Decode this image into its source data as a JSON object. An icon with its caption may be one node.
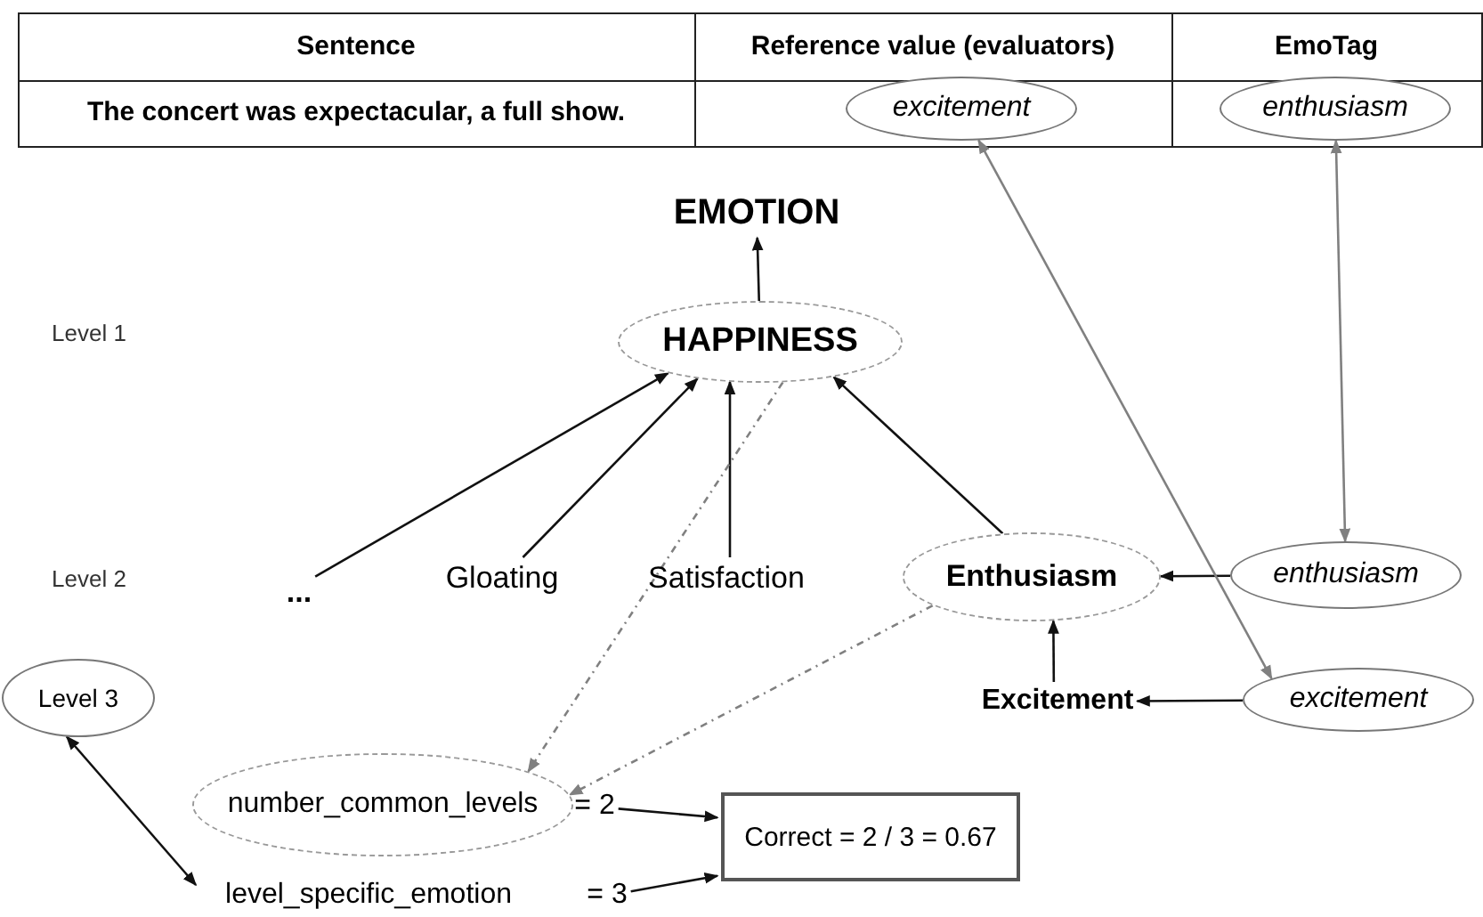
{
  "diagram": {
    "nodes": [
      {
        "text": [
          "excitement"
        ]
      },
      {
        "text": [
          "enthusiasm"
        ]
      },
      {
        "text": [
          "EMOTION"
        ]
      },
      {
        "text": [
          "HAPPINESS"
        ]
      },
      {
        "text": [
          "..."
        ]
      },
      {
        "text": [
          "Gloating"
        ]
      },
      {
        "text": [
          "Satisfaction"
        ]
      },
      {
        "text": [
          "Enthusiasm"
        ]
      },
      {
        "text": [
          "enthusiasm"
        ]
      },
      {
        "text": [
          "Level 3"
        ]
      },
      {
        "text": [
          "Excitement"
        ]
      },
      {
        "text": [
          "excitement"
        ]
      },
      {
        "text": [
          "number_common_levels"
        ]
      },
      {
        "text": [
          "= 2"
        ]
      },
      {
        "text": [
          "Correct = 2 / 3 = 0.67"
        ]
      },
      {
        "text": [
          "level_specific_emotion"
        ]
      },
      {
        "text": [
          "= 3"
        ]
      }
    ],
    "edges": [
      {
        "from": 3,
        "to": 2,
        "arrow": "to"
      },
      {
        "from": 4,
        "to": 3,
        "arrow": "to"
      },
      {
        "from": 5,
        "to": 3,
        "arrow": "to"
      },
      {
        "from": 6,
        "to": 3,
        "arrow": "to"
      },
      {
        "from": 7,
        "to": 3,
        "arrow": "to"
      },
      {
        "from": 8,
        "to": 7,
        "arrow": "to"
      },
      {
        "from": 10,
        "to": 7,
        "arrow": "to"
      },
      {
        "from": 11,
        "to": 10,
        "arrow": "to"
      },
      {
        "from": 1,
        "to": 8,
        "arrow": "both",
        "color": "#808080"
      },
      {
        "from": 0,
        "to": 11,
        "arrow": "both",
        "color": "#808080"
      },
      {
        "from": 3,
        "to": 12,
        "arrow": "to",
        "style": "dashed",
        "color": "#808080"
      },
      {
        "from": 7,
        "to": 12,
        "arrow": "to",
        "style": "dashed",
        "color": "#808080"
      },
      {
        "from": 9,
        "to": 15,
        "arrow": "both"
      },
      {
        "from": 13,
        "to": 14,
        "arrow": "to"
      },
      {
        "from": 16,
        "to": 14,
        "arrow": "to"
      }
    ],
    "labels": [
      "Sentence",
      "Reference value (evaluators)",
      "EmoTag",
      "The concert was expectacular, a full show.",
      "Level 1",
      "Level 2"
    ]
  }
}
